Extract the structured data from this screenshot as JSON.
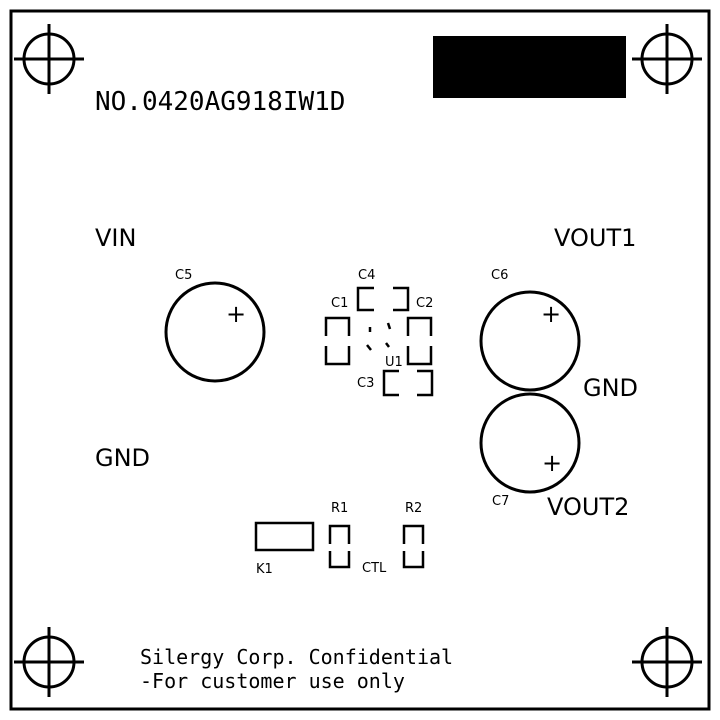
{
  "board": {
    "part_number": "NO.0420AG918IW1D",
    "labels": {
      "vin": "VIN",
      "gnd_left": "GND",
      "vout1": "VOUT1",
      "gnd_right": "GND",
      "vout2": "VOUT2",
      "ctl": "CTL"
    },
    "components": {
      "c1": "C1",
      "c2": "C2",
      "c3": "C3",
      "c4": "C4",
      "c5": "C5",
      "c6": "C6",
      "c7": "C7",
      "u1": "U1",
      "r1": "R1",
      "r2": "R2",
      "k1": "K1"
    },
    "polarity_mark": "+",
    "confidential_line1": "Silergy Corp. Confidential",
    "confidential_line2": "-For customer use only"
  }
}
